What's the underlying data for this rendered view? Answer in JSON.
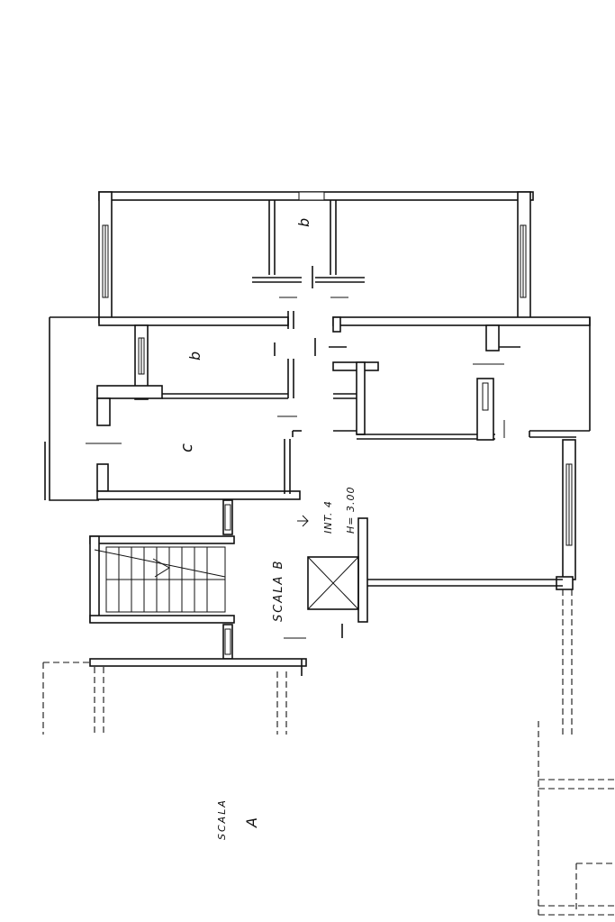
{
  "rooms": {
    "upper_b": "b",
    "lower_b": "b",
    "corridor_c": "c"
  },
  "stair_b": {
    "name": "SCALA B",
    "floor": "INT. 4",
    "height": "H= 3.00"
  },
  "stair_a": {
    "word": "SCALA",
    "letter": "A"
  }
}
